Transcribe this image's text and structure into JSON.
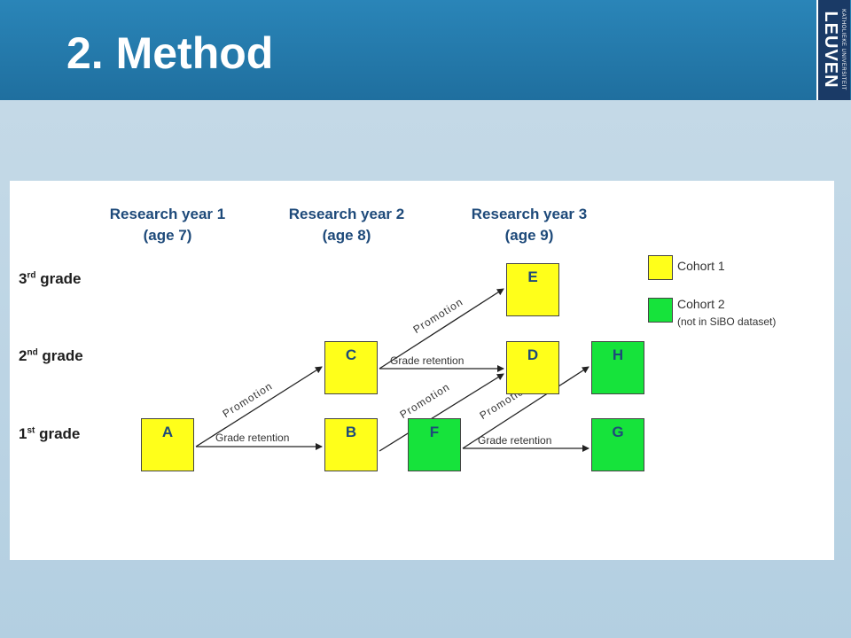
{
  "header": {
    "title": "2. Method",
    "logo_small": "KATHOLIEKE UNIVERSITEIT",
    "logo_big": "LEUVEN"
  },
  "columns": [
    {
      "line1": "Research year 1",
      "line2": "(age 7)"
    },
    {
      "line1": "Research year 2",
      "line2": "(age 8)"
    },
    {
      "line1": "Research year 3",
      "line2": "(age 9)"
    }
  ],
  "grades": [
    {
      "num": "3",
      "sup": "rd",
      "label": " grade"
    },
    {
      "num": "2",
      "sup": "nd",
      "label": " grade"
    },
    {
      "num": "1",
      "sup": "st",
      "label": " grade"
    }
  ],
  "boxes": {
    "A": "A",
    "B": "B",
    "C": "C",
    "D": "D",
    "E": "E",
    "F": "F",
    "G": "G",
    "H": "H"
  },
  "edge_labels": {
    "promotion": "Promotion",
    "grade_retention": "Grade retention"
  },
  "legend": {
    "cohort1": "Cohort 1",
    "cohort2": "Cohort 2",
    "cohort2_note": "(not in SiBO dataset)"
  },
  "colors": {
    "cohort1": "#ffff1a",
    "cohort2": "#16e33b",
    "header": "#2a85b8"
  }
}
